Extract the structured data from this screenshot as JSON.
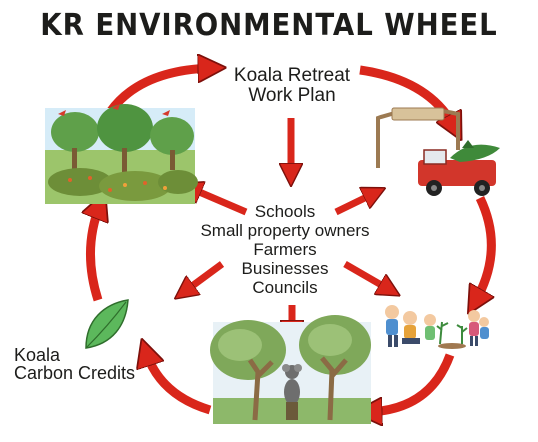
{
  "title": "KR ENVIRONMENTAL WHEEL",
  "plan": {
    "line1": "Koala Retreat",
    "line2": "Work Plan"
  },
  "stakeholders": [
    "Schools",
    "Small property owners",
    "Farmers",
    "Businesses",
    "Councils"
  ],
  "credits": {
    "line1": "Koala",
    "line2": "Carbon Credits"
  },
  "colors": {
    "arrow": "#e2231a",
    "arrow_dark": "#9d1612",
    "leaf": "#5cb85c",
    "sky": "#cfe8f5",
    "truck": "#d2362b"
  }
}
